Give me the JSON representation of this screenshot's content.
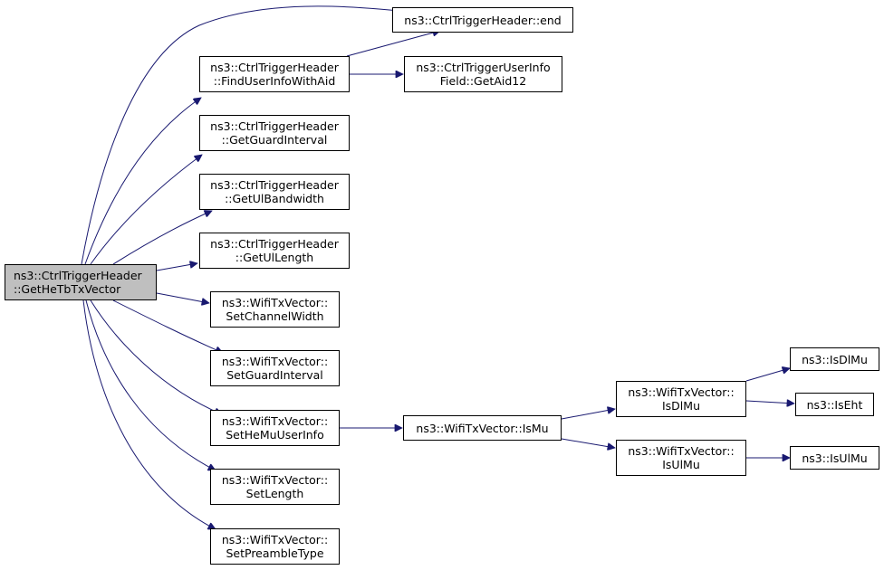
{
  "colors": {
    "edge": "#191970",
    "root_fill": "#bfbfbf",
    "node_fill": "#ffffff",
    "border": "#000000"
  },
  "nodes": {
    "get_he_tb_tx_vector": {
      "line1": "ns3::CtrlTriggerHeader",
      "line2": "::GetHeTbTxVector"
    },
    "end": {
      "line1": "ns3::CtrlTriggerHeader::end"
    },
    "find_user_info_with_aid": {
      "line1": "ns3::CtrlTriggerHeader",
      "line2": "::FindUserInfoWithAid"
    },
    "get_aid12": {
      "line1": "ns3::CtrlTriggerUserInfo",
      "line2": "Field::GetAid12"
    },
    "get_guard_interval": {
      "line1": "ns3::CtrlTriggerHeader",
      "line2": "::GetGuardInterval"
    },
    "get_ul_bandwidth": {
      "line1": "ns3::CtrlTriggerHeader",
      "line2": "::GetUlBandwidth"
    },
    "get_ul_length": {
      "line1": "ns3::CtrlTriggerHeader",
      "line2": "::GetUlLength"
    },
    "set_channel_width": {
      "line1": "ns3::WifiTxVector::",
      "line2": "SetChannelWidth"
    },
    "set_guard_interval": {
      "line1": "ns3::WifiTxVector::",
      "line2": "SetGuardInterval"
    },
    "set_he_mu_user_info": {
      "line1": "ns3::WifiTxVector::",
      "line2": "SetHeMuUserInfo"
    },
    "set_length": {
      "line1": "ns3::WifiTxVector::",
      "line2": "SetLength"
    },
    "set_preamble_type": {
      "line1": "ns3::WifiTxVector::",
      "line2": "SetPreambleType"
    },
    "is_mu": {
      "line1": "ns3::WifiTxVector::IsMu"
    },
    "is_dl_mu_vec": {
      "line1": "ns3::WifiTxVector::",
      "line2": "IsDlMu"
    },
    "is_ul_mu_vec": {
      "line1": "ns3::WifiTxVector::",
      "line2": "IsUlMu"
    },
    "is_dl_mu": {
      "line1": "ns3::IsDlMu"
    },
    "is_eht": {
      "line1": "ns3::IsEht"
    },
    "is_ul_mu": {
      "line1": "ns3::IsUlMu"
    }
  }
}
